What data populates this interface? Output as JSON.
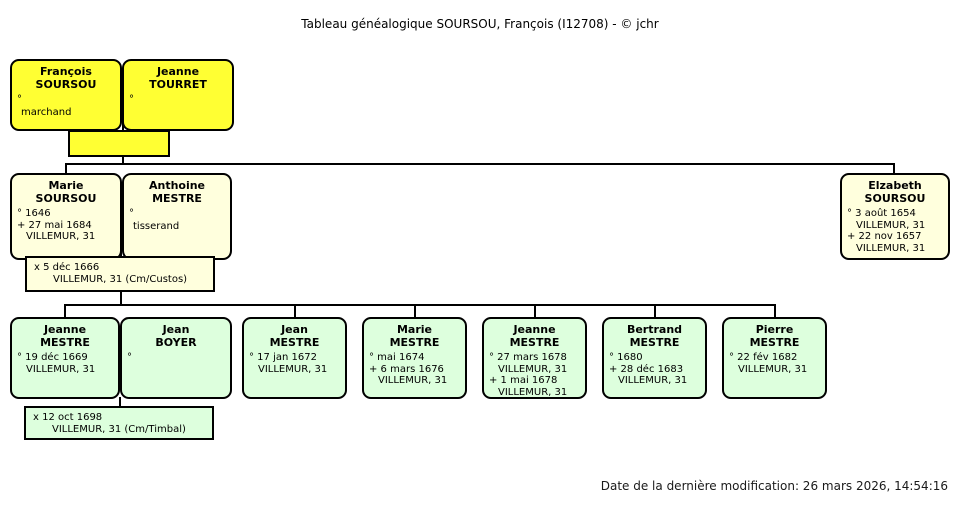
{
  "title": "Tableau généalogique SOURSOU, François (I12708) - © jchr",
  "footer": "Date de la dernière modification: 26 mars 2026, 14:54:16",
  "colors": {
    "generation1": "#ffff33",
    "generation2": "#ffffdd",
    "generation3": "#ddffdd",
    "border": "#000000",
    "background": "#ffffff"
  },
  "generation1": {
    "persons": [
      {
        "given_name": "François",
        "surname": "SOURSOU",
        "birth_marker": "°",
        "occupation": "marchand"
      },
      {
        "given_name": "Jeanne",
        "surname": "TOURRET",
        "birth_marker": "°",
        "occupation": ""
      }
    ],
    "union": {
      "text": ""
    }
  },
  "generation2": {
    "persons": [
      {
        "given_name": "Marie",
        "surname": "SOURSOU",
        "details": [
          {
            "text": "° 1646",
            "indent": false
          },
          {
            "text": "+ 27 mai 1684",
            "indent": false
          },
          {
            "text": "VILLEMUR, 31",
            "indent": true
          }
        ]
      },
      {
        "given_name": "Anthoine",
        "surname": "MESTRE",
        "details": [
          {
            "text": "°",
            "indent": false
          }
        ],
        "occupation": "tisserand"
      },
      {
        "given_name": "Elzabeth",
        "surname": "SOURSOU",
        "details": [
          {
            "text": "° 3 août 1654",
            "indent": false
          },
          {
            "text": "VILLEMUR, 31",
            "indent": true
          },
          {
            "text": "+ 22 nov 1657",
            "indent": false
          },
          {
            "text": "VILLEMUR, 31",
            "indent": true
          }
        ]
      }
    ],
    "union": {
      "lines": [
        {
          "text": "x   5 déc 1666",
          "indent": false
        },
        {
          "text": "VILLEMUR, 31 (Cm/Custos)",
          "indent": true
        }
      ]
    }
  },
  "generation3": {
    "persons": [
      {
        "given_name": "Jeanne",
        "surname": "MESTRE",
        "details": [
          {
            "text": "° 19 déc 1669",
            "indent": false
          },
          {
            "text": "VILLEMUR, 31",
            "indent": true
          }
        ]
      },
      {
        "given_name": "Jean",
        "surname": "BOYER",
        "details": [
          {
            "text": "°",
            "indent": false
          }
        ]
      },
      {
        "given_name": "Jean",
        "surname": "MESTRE",
        "details": [
          {
            "text": "° 17 jan 1672",
            "indent": false
          },
          {
            "text": "VILLEMUR, 31",
            "indent": true
          }
        ]
      },
      {
        "given_name": "Marie",
        "surname": "MESTRE",
        "details": [
          {
            "text": "° mai 1674",
            "indent": false
          },
          {
            "text": "+ 6 mars 1676",
            "indent": false
          },
          {
            "text": "VILLEMUR, 31",
            "indent": true
          }
        ]
      },
      {
        "given_name": "Jeanne",
        "surname": "MESTRE",
        "details": [
          {
            "text": "° 27 mars 1678",
            "indent": false
          },
          {
            "text": "VILLEMUR, 31",
            "indent": true
          },
          {
            "text": "+ 1 mai 1678",
            "indent": false
          },
          {
            "text": "VILLEMUR, 31",
            "indent": true
          }
        ]
      },
      {
        "given_name": "Bertrand",
        "surname": "MESTRE",
        "details": [
          {
            "text": "° 1680",
            "indent": false
          },
          {
            "text": "+ 28 déc 1683",
            "indent": false
          },
          {
            "text": "VILLEMUR, 31",
            "indent": true
          }
        ]
      },
      {
        "given_name": "Pierre",
        "surname": "MESTRE",
        "details": [
          {
            "text": "° 22 fév 1682",
            "indent": false
          },
          {
            "text": "VILLEMUR, 31",
            "indent": true
          }
        ]
      }
    ],
    "union": {
      "lines": [
        {
          "text": "x   12 oct 1698",
          "indent": false
        },
        {
          "text": "VILLEMUR, 31 (Cm/Timbal)",
          "indent": true
        }
      ]
    }
  }
}
